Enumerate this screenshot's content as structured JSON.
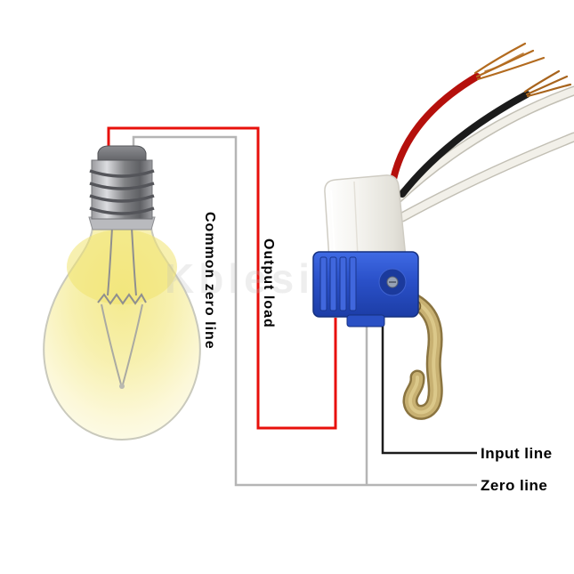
{
  "labels": {
    "common_zero_line": "Common zero line",
    "output_load": "Output load",
    "input_line": "Input line",
    "zero_line": "Zero line"
  },
  "watermark": "Kblesi",
  "colors": {
    "output_wire_red": "#e8100b",
    "zero_wire_gray": "#b5b5b5",
    "input_wire_black": "#1c1c1c",
    "label_text": "#000000",
    "device_blue": "#2a50c8",
    "sensor_cover_white": "#f5f4f0",
    "bulb_glow_yellow": "#f2e470",
    "bracket_bronze": "#c8b172",
    "copper_strand": "#b36b1f"
  }
}
